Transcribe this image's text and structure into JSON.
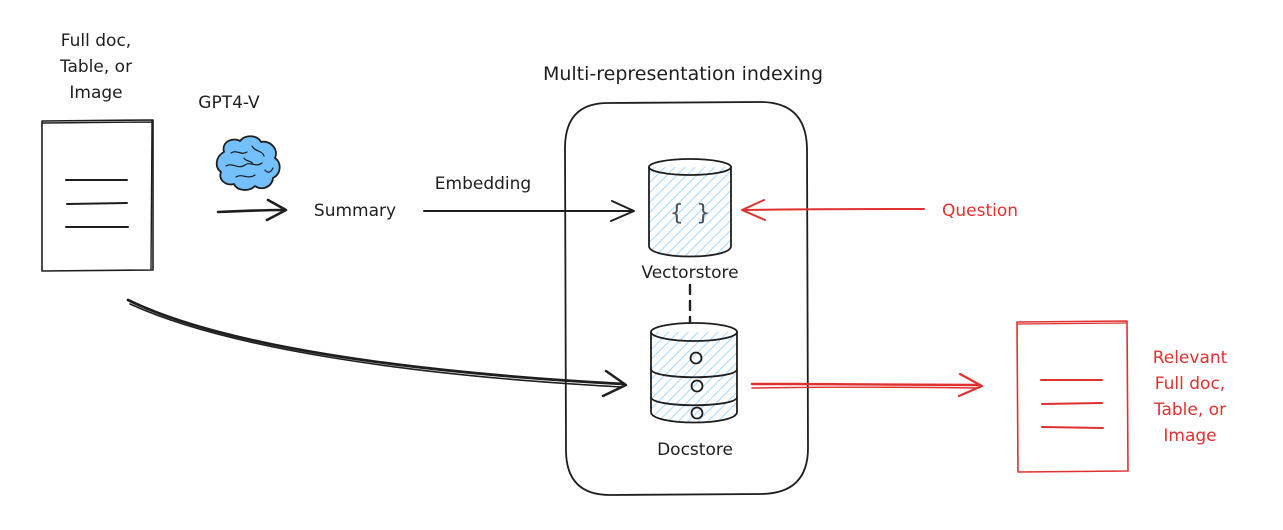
{
  "labels": {
    "source_doc": [
      "Full doc,",
      "Table, or",
      "Image"
    ],
    "model": "GPT4-V",
    "summary": "Summary",
    "embedding": "Embedding",
    "container_title": "Multi-representation indexing",
    "vectorstore": "Vectorstore",
    "vector_glyph": "{ }",
    "docstore": "Docstore",
    "question": "Question",
    "result_doc": [
      "Relevant",
      "Full doc,",
      "Table, or",
      "Image"
    ]
  },
  "icons": {
    "model": "brain-icon",
    "vectorstore": "database-cylinder-icon",
    "docstore": "stacked-database-icon",
    "source_doc": "document-icon",
    "result_doc": "document-icon"
  },
  "colors": {
    "ink": "#1e1e1e",
    "accent": "#e03131",
    "store_fill": "#a5d8ff",
    "brain_fill": "#74c0fc"
  }
}
